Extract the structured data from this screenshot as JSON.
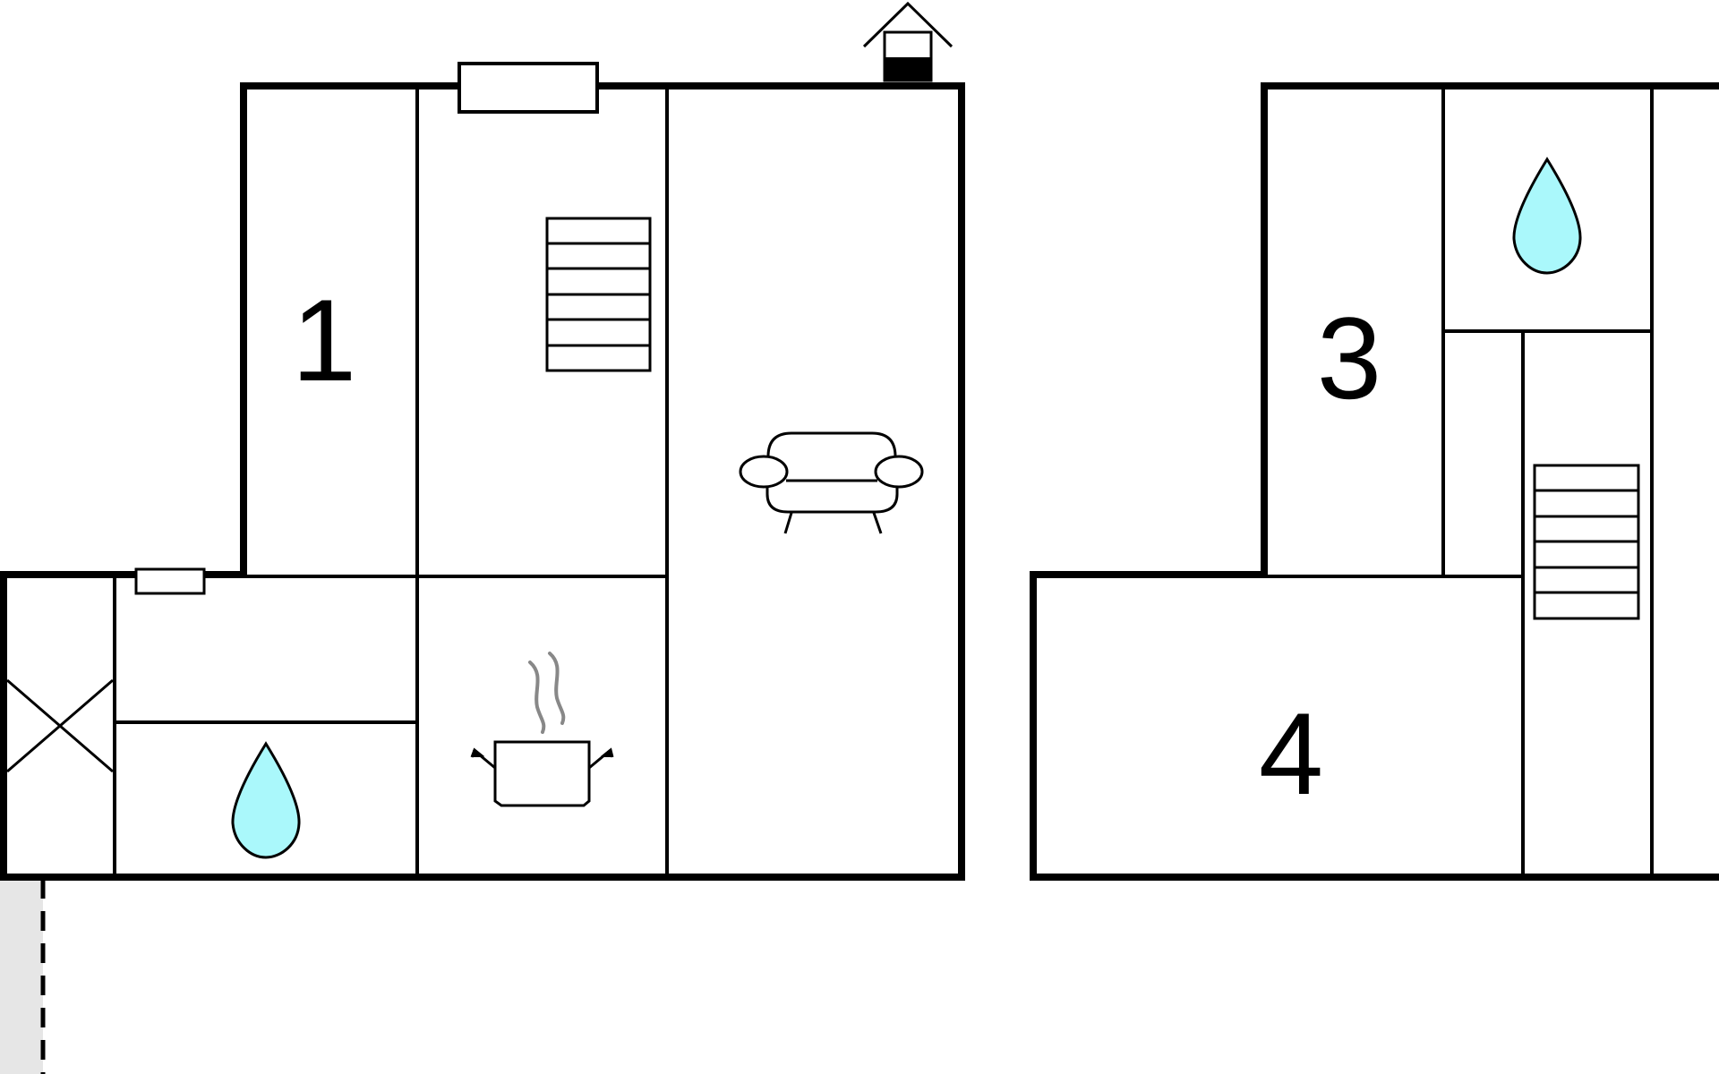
{
  "rooms": [
    {
      "label": "1"
    },
    {
      "label": "3"
    },
    {
      "label": "4"
    }
  ],
  "icons": {
    "water": "water-drop-icon",
    "stairs": "stairs-icon",
    "sofa": "sofa-icon",
    "cooking": "cooking-pot-icon",
    "chimney": "chimney-icon",
    "window": "window-icon"
  },
  "colors": {
    "water_fill": "#aaf8fb",
    "steam": "#888888",
    "terrace_fill": "#e6e6e6",
    "wall": "#000000"
  }
}
